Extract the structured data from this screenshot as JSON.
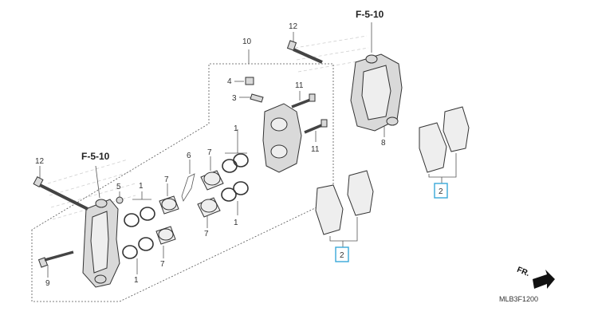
{
  "diagram": {
    "callouts": {
      "c1a": "1",
      "c1b": "1",
      "c1c": "1",
      "c1d": "1",
      "c2a": "2",
      "c2b": "2",
      "c3": "3",
      "c4": "4",
      "c5": "5",
      "c6": "6",
      "c7a": "7",
      "c7b": "7",
      "c7c": "7",
      "c7d": "7",
      "c8": "8",
      "c9": "9",
      "c10": "10",
      "c11a": "11",
      "c11b": "11",
      "c12a": "12",
      "c12b": "12"
    },
    "refs": {
      "ref_a": "F-5-10",
      "ref_b": "F-5-10"
    },
    "direction": "FR.",
    "figure_code": "MLB3F1200"
  }
}
